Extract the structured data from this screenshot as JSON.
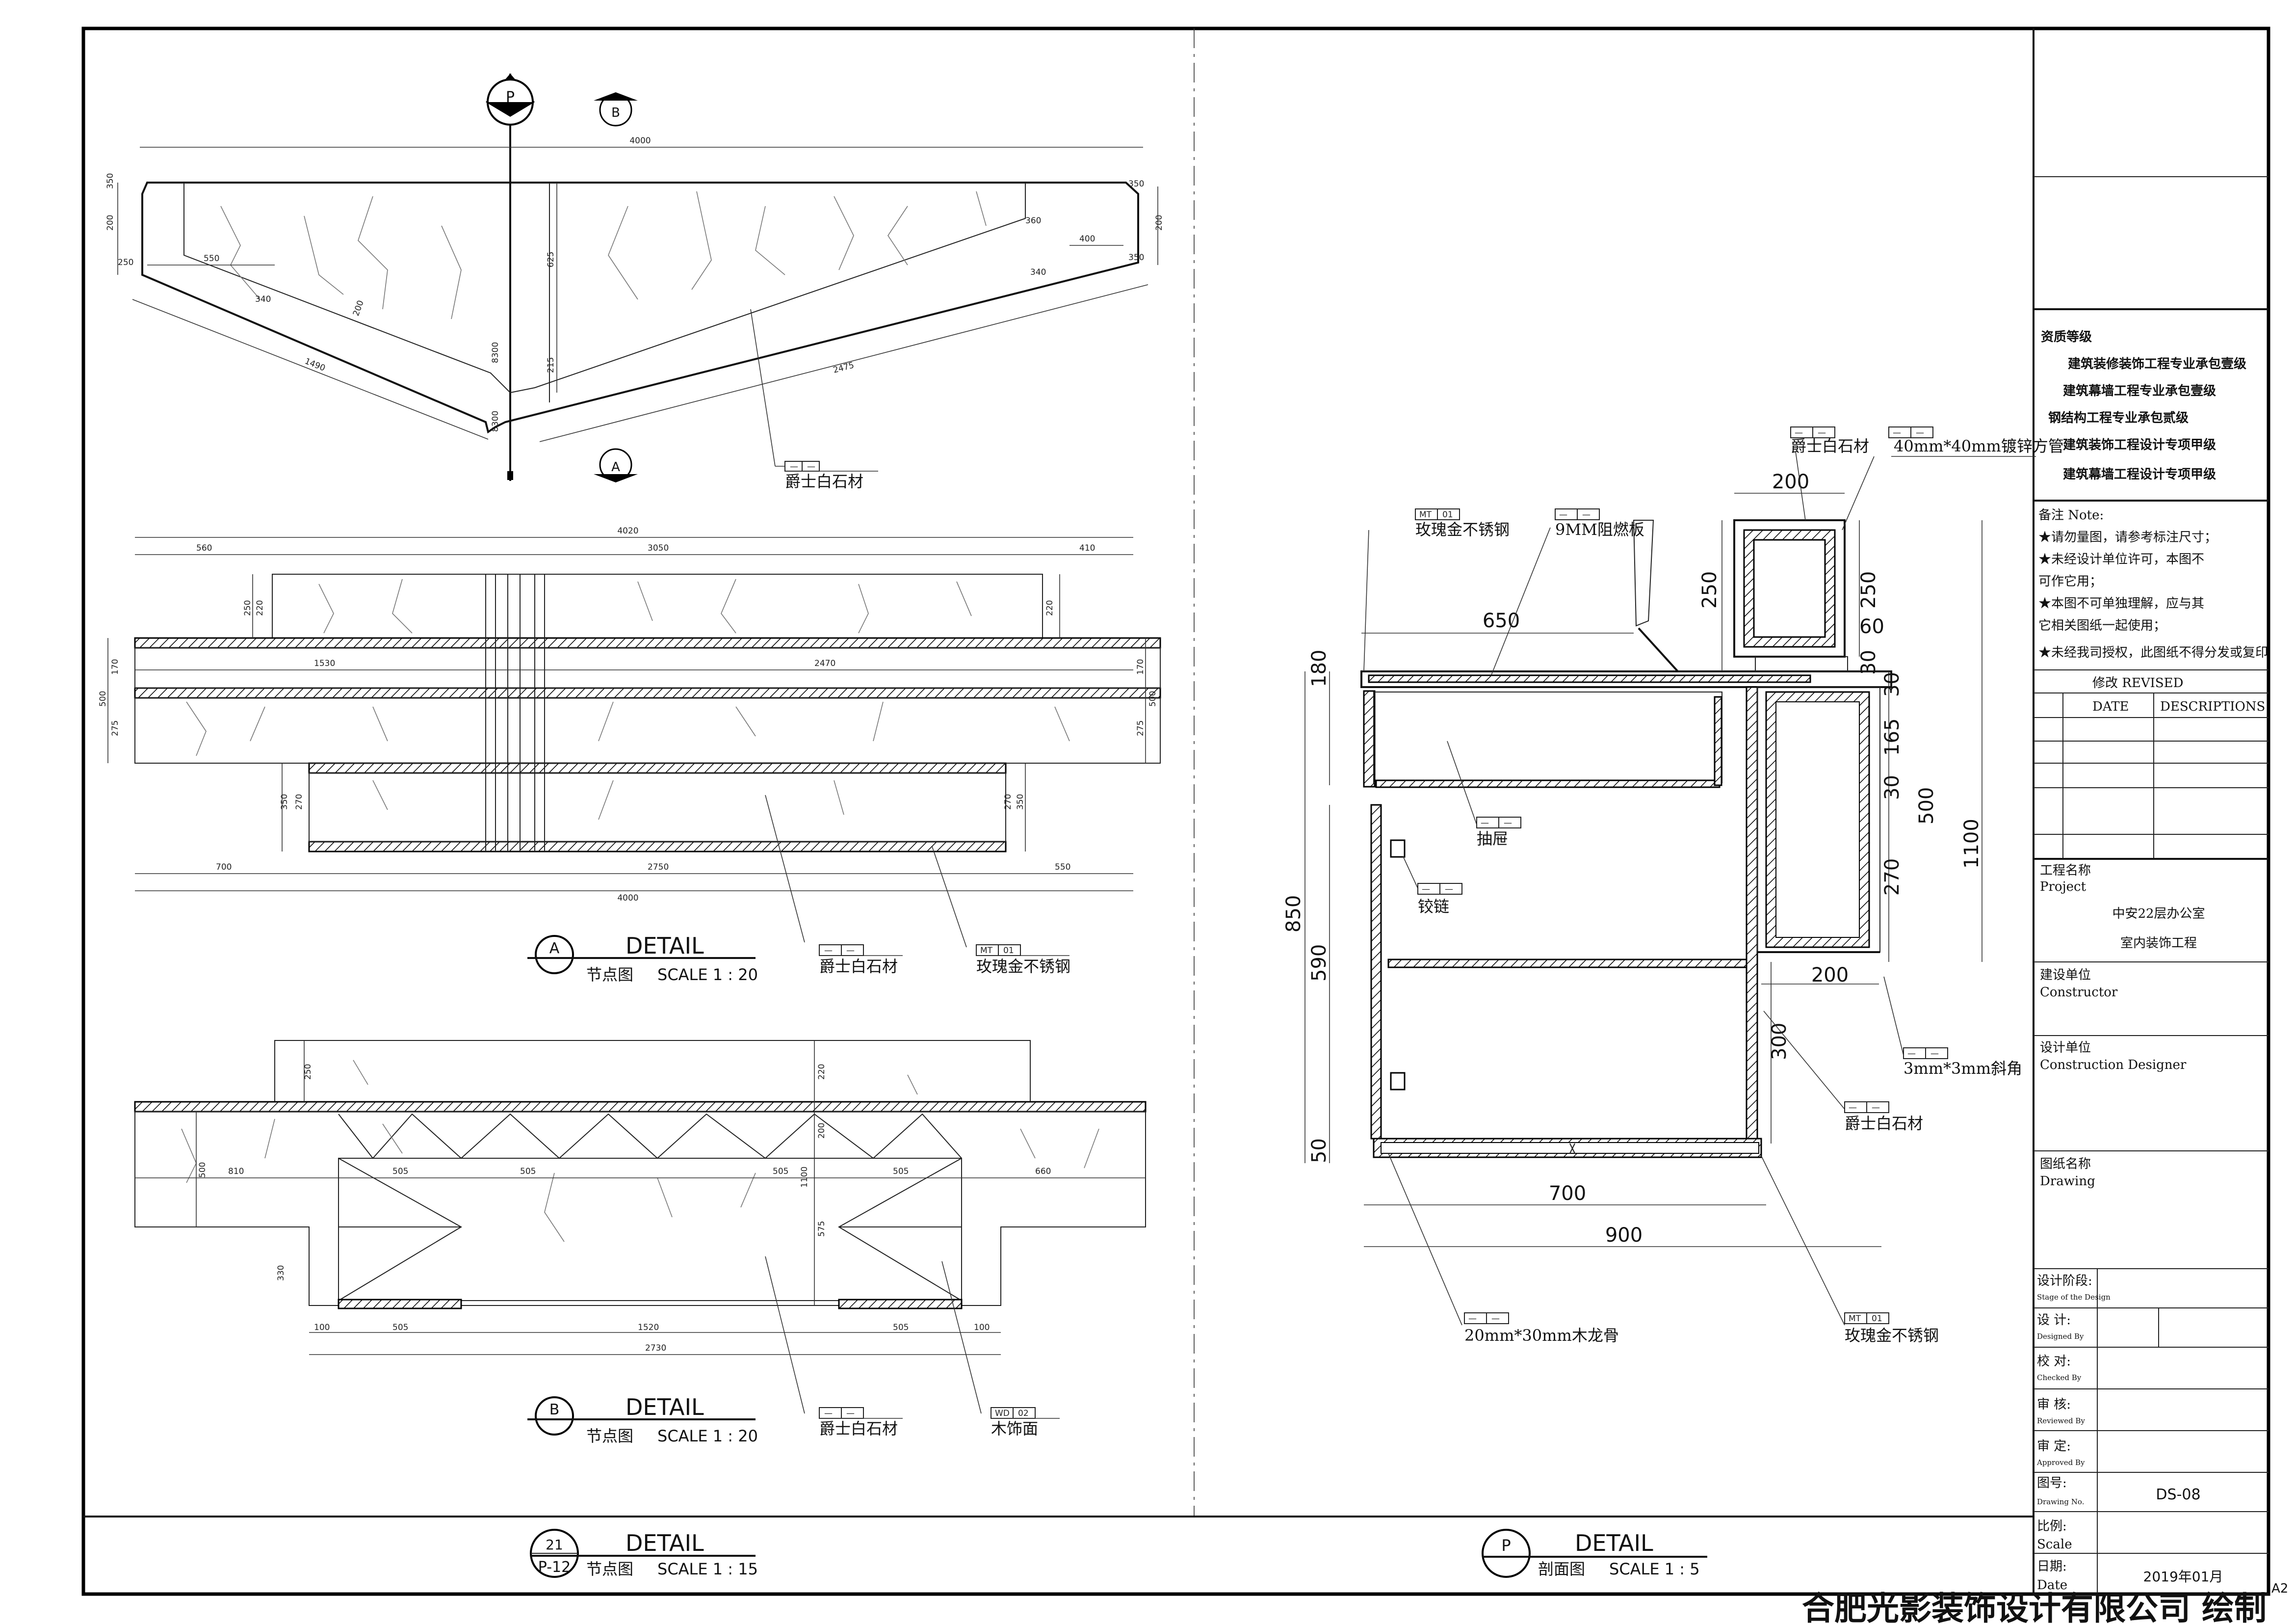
{
  "details": {
    "a": {
      "marker": "A",
      "title": "DETAIL",
      "subtitle": "节点图",
      "scale": "SCALE 1 : 20"
    },
    "b": {
      "marker": "B",
      "title": "DETAIL",
      "subtitle": "节点图",
      "scale": "SCALE 1 : 20"
    },
    "c": {
      "marker_top": "21",
      "marker_bottom": "P-12",
      "title": "DETAIL",
      "subtitle": "节点图",
      "scale": "SCALE 1 : 15"
    },
    "p": {
      "marker": "P",
      "title": "DETAIL",
      "subtitle": "剖面图",
      "scale": "SCALE 1 : 5"
    }
  },
  "section_marks": {
    "p": "P",
    "b": "B",
    "a": "A"
  },
  "plan_dims": [
    "4000",
    "350",
    "200",
    "550",
    "340",
    "200",
    "1490",
    "625",
    "215",
    "2475",
    "400",
    "200",
    "350",
    "350",
    "8300",
    "8300",
    "340",
    "360",
    "250"
  ],
  "elev_a_dims": {
    "top": [
      "4020",
      "560",
      "3050",
      "410"
    ],
    "bottom": [
      "700",
      "2750",
      "550",
      "4000"
    ],
    "middle": [
      "1530",
      "2470"
    ],
    "sides": [
      "250",
      "220",
      "170",
      "500",
      "275",
      "350",
      "270",
      "220",
      "170",
      "500",
      "275",
      "270",
      "350"
    ]
  },
  "elev_b_dims": {
    "row": [
      "810",
      "505",
      "505",
      "505",
      "505",
      "660"
    ],
    "bottom": [
      "100",
      "505",
      "1520",
      "505",
      "100",
      "2730"
    ],
    "sides": [
      "250",
      "500",
      "330",
      "220",
      "200",
      "1100",
      "575"
    ]
  },
  "section_dims": [
    "650",
    "200",
    "250",
    "250",
    "60",
    "30",
    "30",
    "165",
    "500",
    "30",
    "270",
    "1100",
    "180",
    "850",
    "590",
    "50",
    "200",
    "300",
    "700",
    "900"
  ],
  "tags": {
    "blank": [
      "—",
      "—"
    ],
    "mt01": [
      "MT",
      "01"
    ],
    "wd02": [
      "WD",
      "02"
    ]
  },
  "labels": {
    "jazz_stone": "爵士白石材",
    "rose_steel": "玫瑰金不锈钢",
    "fire_board": "9MM阻燃板",
    "galv_tube": "40mm*40mm镀锌方管",
    "drawer": "抽屉",
    "hinge": "铰链",
    "bevel": "3mm*3mm斜角",
    "wood_keel": "20mm*30mm木龙骨",
    "wood_face": "木饰面"
  },
  "title_block": {
    "qualification": [
      "资质等级",
      "建筑装修装饰工程专业承包壹级",
      "建筑幕墙工程专业承包壹级",
      "钢结构工程专业承包贰级",
      "建筑装饰工程设计专项甲级",
      "建筑幕墙工程设计专项甲级"
    ],
    "notes_title": "备注  Note:",
    "notes": [
      "★请勿量图，请参考标注尺寸；",
      "★未经设计单位许可，本图不",
      "可作它用；",
      "★本图不可单独理解，应与其",
      "它相关图纸一起使用；",
      "★未经我司授权，此图纸不得分发或复印"
    ],
    "revised": "修改  REVISED",
    "date_col": "DATE",
    "desc_col": "DESCRIPTIONS",
    "project_cn": "工程名称",
    "project_en": "Project",
    "project_name_1": "中安22层办公室",
    "project_name_2": "室内装饰工程",
    "constructor_cn": "建设单位",
    "constructor_en": "Constructor",
    "designer_cn": "设计单位",
    "designer_en": "Construction Designer",
    "drawing_cn": "图纸名称",
    "drawing_en": "Drawing",
    "stage_cn": "设计阶段:",
    "stage_en": "Stage of the Design",
    "design_cn": "设  计:",
    "design_en": "Designed By",
    "check_cn": "校  对:",
    "check_en": "Checked By",
    "review_cn": "审  核:",
    "review_en": "Reviewed By",
    "approve_cn": "审  定:",
    "approve_en": "Approved By",
    "dwgno_cn": "图号:",
    "dwgno_en": "Drawing No.",
    "dwgno": "DS-08",
    "scale_cn": "比例:",
    "scale_en": "Scale",
    "date_cn": "日期:",
    "date_en": "Date",
    "date_val": "2019年01月",
    "sheet_size": "A2"
  },
  "footer": "合肥光影装饰设计有限公司 绘制"
}
